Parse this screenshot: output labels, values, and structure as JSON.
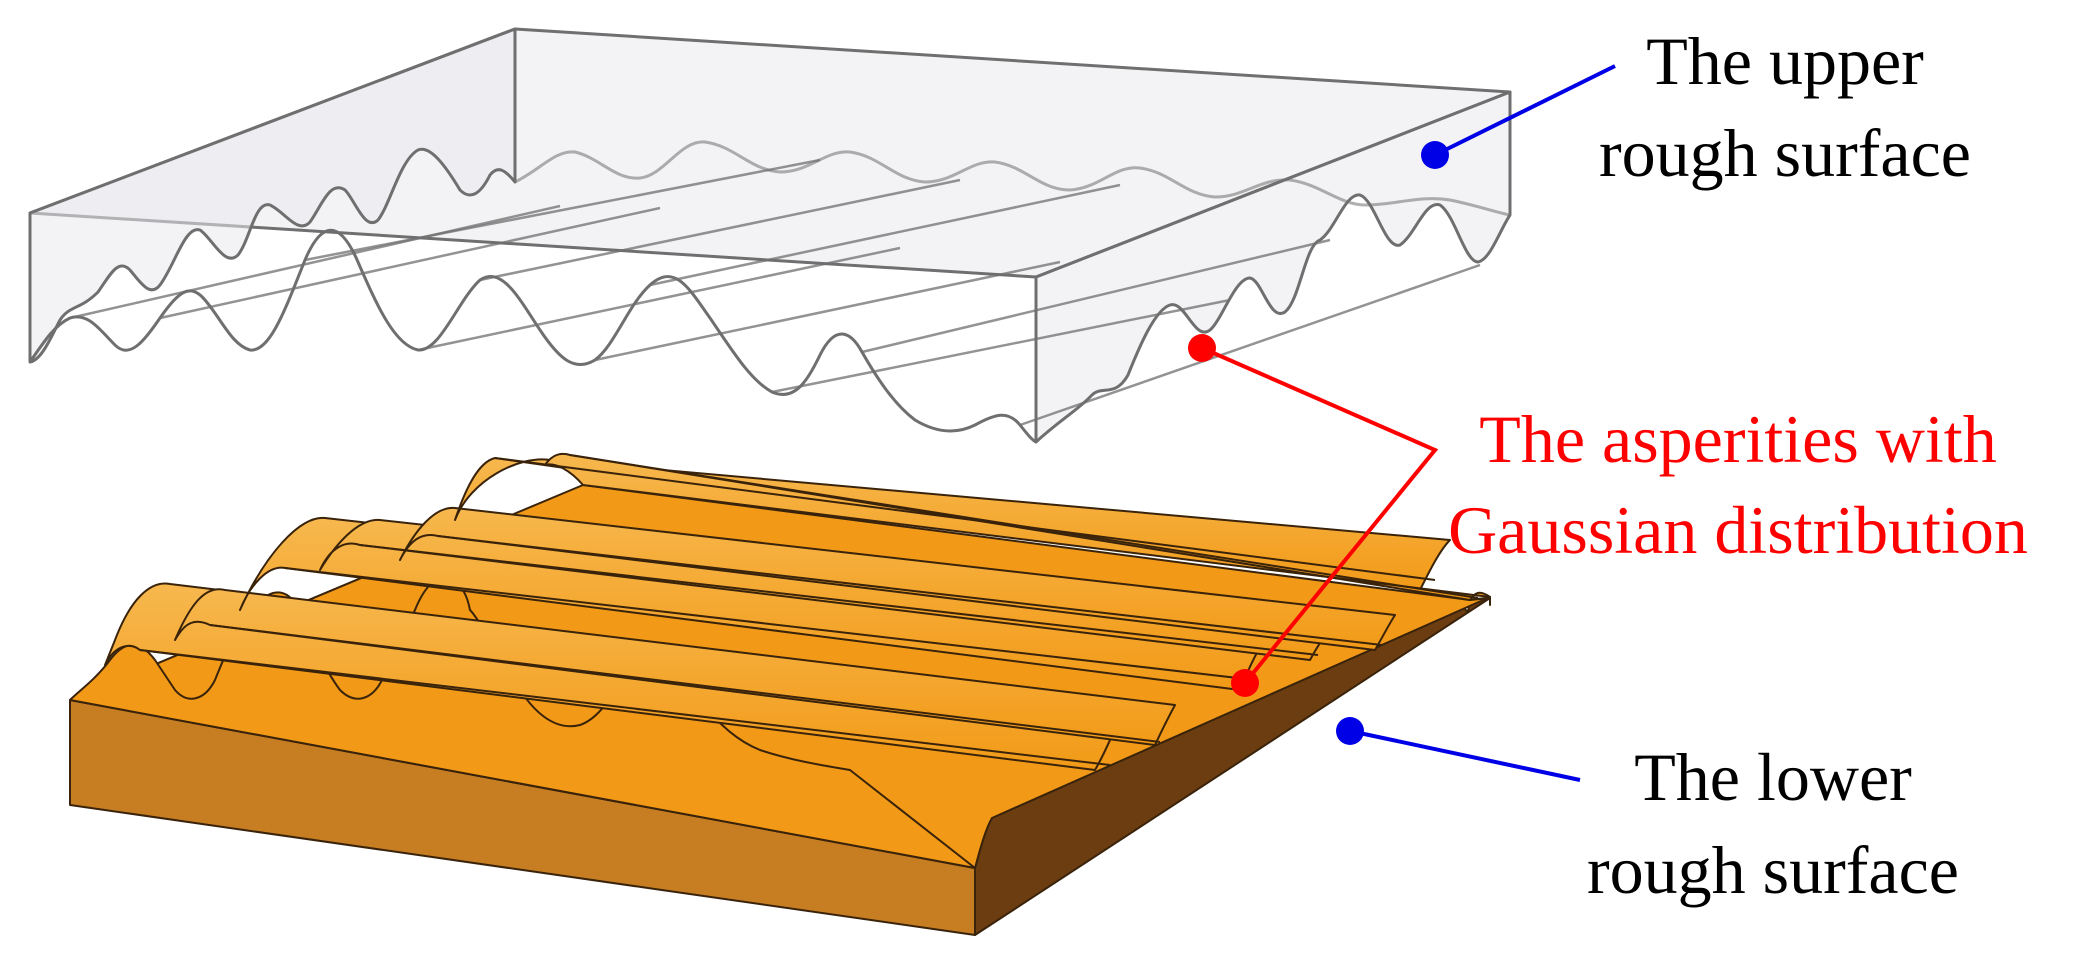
{
  "labels": {
    "upper": {
      "line1": "The upper",
      "line2": "rough surface"
    },
    "asperities": {
      "line1": "The asperities with",
      "line2": "Gaussian distribution"
    },
    "lower": {
      "line1": "The lower",
      "line2": "rough surface"
    }
  },
  "colors": {
    "background": "#ffffff",
    "upper_fill": "#e8e8ee",
    "upper_stroke": "#6f6f6f",
    "lower_top": "#f29a17",
    "lower_highlight": "#f7b84e",
    "lower_front": "#c77d22",
    "lower_side": "#6b3d10",
    "leader_blue": "#0000e6",
    "leader_red": "#ff0000",
    "label_text": "#000000"
  }
}
